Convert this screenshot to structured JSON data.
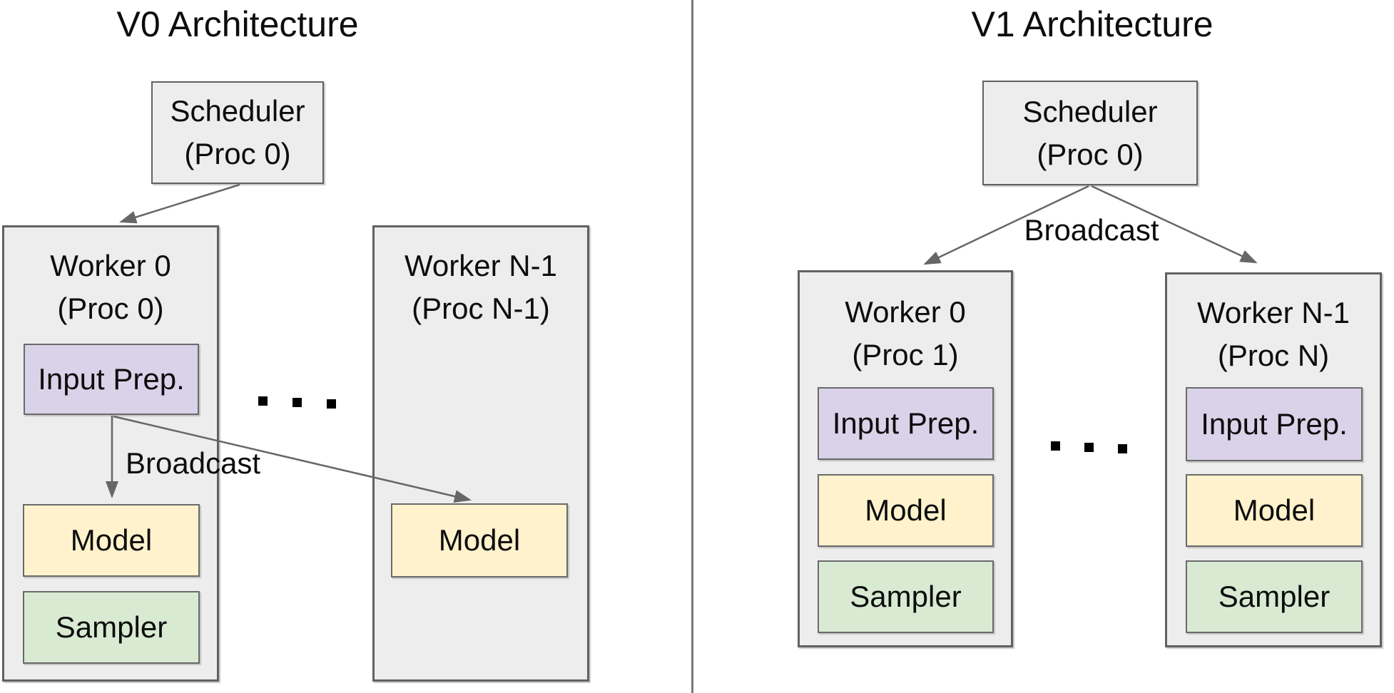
{
  "colors": {
    "box_fill": "#ededed",
    "border": "#616161",
    "input_prep_fill": "#d9d2e9",
    "model_fill": "#fff2cc",
    "sampler_fill": "#d9ead3",
    "arrow": "#666666",
    "divider": "#787878"
  },
  "v0": {
    "title": "V0 Architecture",
    "scheduler": {
      "line1": "Scheduler",
      "line2": "(Proc 0)"
    },
    "broadcast_label": "Broadcast",
    "ellipsis": "...",
    "worker0": {
      "line1": "Worker 0",
      "line2": "(Proc 0)",
      "input_prep": "Input Prep.",
      "model": "Model",
      "sampler": "Sampler"
    },
    "workerN": {
      "line1": "Worker N-1",
      "line2": "(Proc N-1)",
      "model": "Model"
    }
  },
  "v1": {
    "title": "V1 Architecture",
    "scheduler": {
      "line1": "Scheduler",
      "line2": "(Proc 0)"
    },
    "broadcast_label": "Broadcast",
    "ellipsis": "...",
    "worker0": {
      "line1": "Worker 0",
      "line2": "(Proc 1)",
      "input_prep": "Input Prep.",
      "model": "Model",
      "sampler": "Sampler"
    },
    "workerN": {
      "line1": "Worker N-1",
      "line2": "(Proc N)",
      "input_prep": "Input Prep.",
      "model": "Model",
      "sampler": "Sampler"
    }
  }
}
